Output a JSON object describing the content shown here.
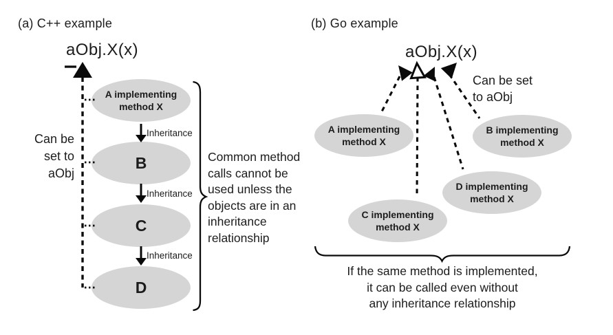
{
  "panel_a": {
    "title": "(a) C++ example",
    "call_expression": "aObj.X(x)",
    "side_note_lines": [
      "Can be",
      "set to",
      "aObj"
    ],
    "nodes": [
      {
        "line1": "A implementing",
        "line2": "method X"
      },
      {
        "letter": "B"
      },
      {
        "letter": "C"
      },
      {
        "letter": "D"
      }
    ],
    "edges": [
      {
        "label": "Inheritance"
      },
      {
        "label": "Inheritance"
      },
      {
        "label": "Inheritance"
      }
    ],
    "brace_note_lines": [
      "Common method",
      "calls cannot be",
      "used unless the",
      "objects are in an",
      "inheritance",
      "relationship"
    ]
  },
  "panel_b": {
    "title": "(b) Go example",
    "call_expression": "aObj.X(x)",
    "side_note_lines": [
      "Can be set",
      "to aObj"
    ],
    "nodes": [
      {
        "line1": "A implementing",
        "line2": "method X"
      },
      {
        "line1": "B implementing",
        "line2": "method X"
      },
      {
        "line1": "C implementing",
        "line2": "method X"
      },
      {
        "line1": "D implementing",
        "line2": "method X"
      }
    ],
    "caption_lines": [
      "If the same method is implemented,",
      "it can be called even without",
      "any inheritance relationship"
    ]
  },
  "colors": {
    "ellipse_fill": "#d5d5d5",
    "text": "#1c1c1c",
    "line": "#0a0a0a"
  }
}
